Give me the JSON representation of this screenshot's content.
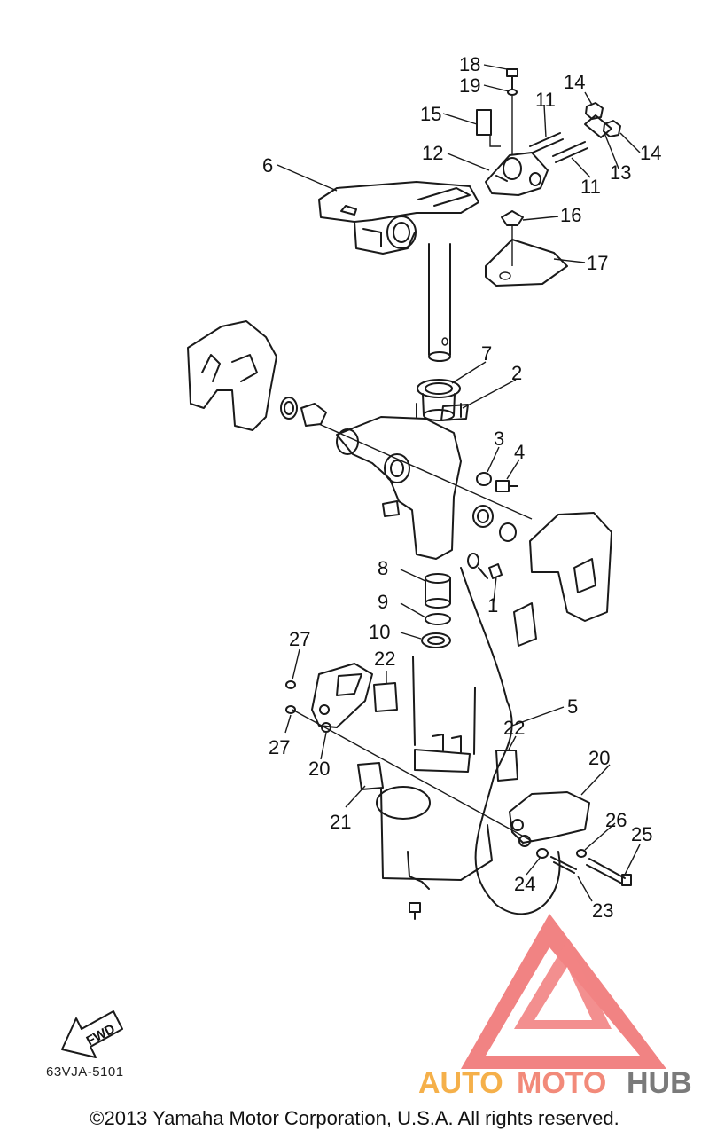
{
  "callouts": [
    "18",
    "19",
    "15",
    "11",
    "14",
    "12",
    "13",
    "14",
    "11",
    "6",
    "16",
    "17",
    "7",
    "2",
    "3",
    "4",
    "8",
    "1",
    "9",
    "10",
    "27",
    "22",
    "5",
    "27",
    "22",
    "20",
    "20",
    "21",
    "26",
    "25",
    "24",
    "23"
  ],
  "fwd_label": "FWD",
  "diagram_code": "63VJA-5101",
  "watermark": {
    "auto": "AUTO",
    "moto": "MOTO",
    "hub": "HUB",
    "colors": {
      "auto": "#f5b04a",
      "moto": "#f28a7a",
      "hub": "#7a7a7a",
      "logo": "#ef6e6e"
    }
  },
  "copyright": "©2013 Yamaha Motor Corporation, U.S.A. All rights reserved."
}
